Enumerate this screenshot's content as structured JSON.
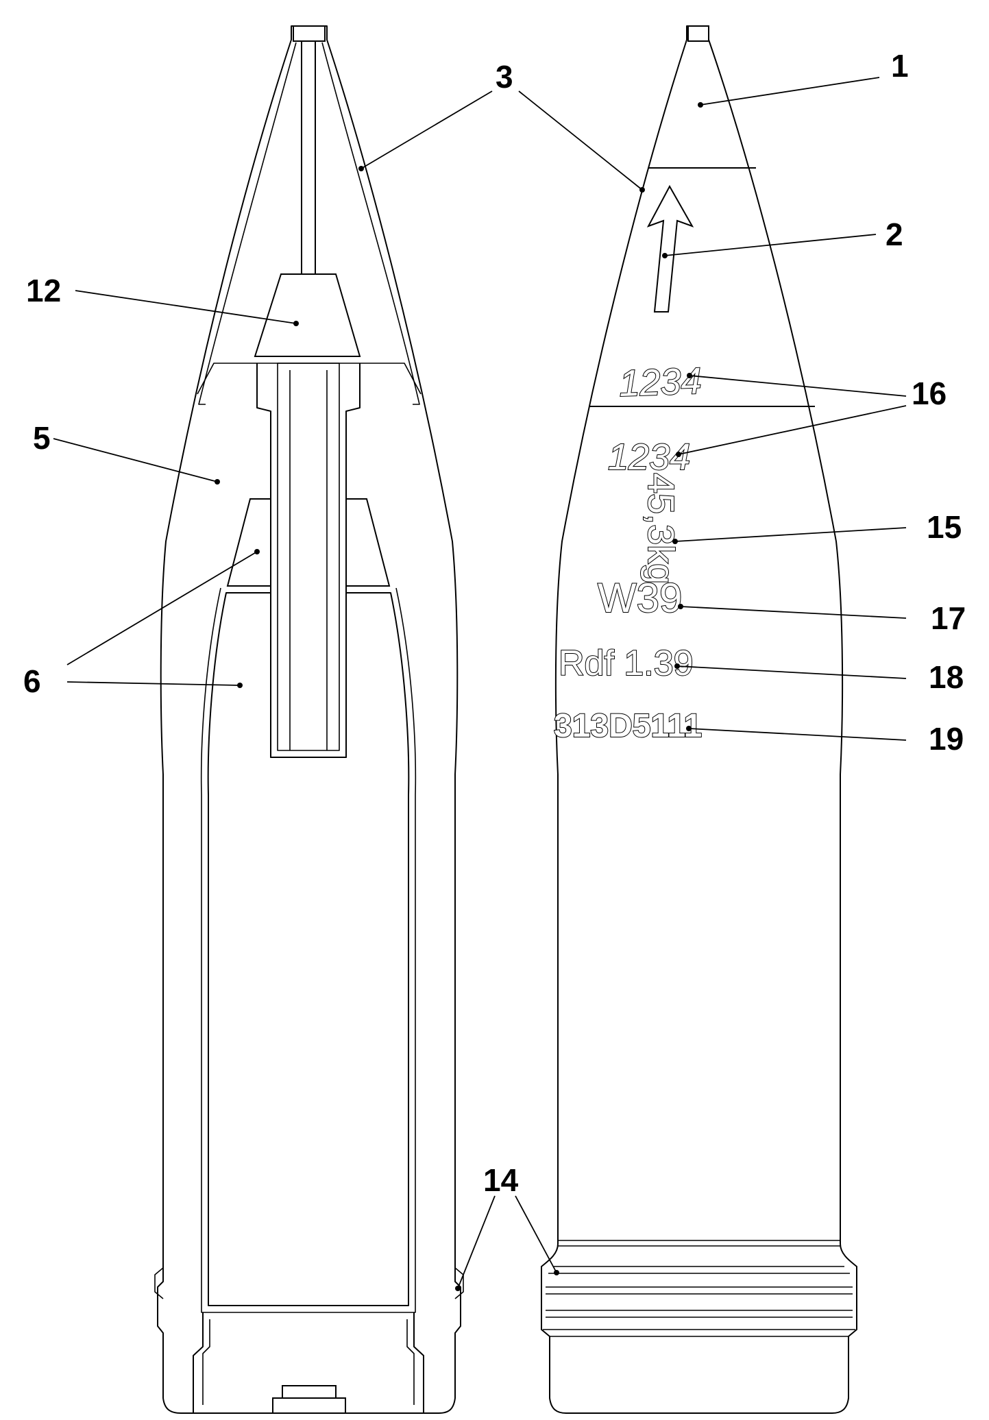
{
  "callouts": {
    "c1": "1",
    "c2": "2",
    "c3": "3",
    "c5": "5",
    "c6": "6",
    "c12": "12",
    "c14": "14",
    "c15": "15",
    "c16": "16",
    "c17": "17",
    "c18": "18",
    "c19": "19"
  },
  "markings": {
    "lot_upper": "1234",
    "lot_lower": "1234",
    "weight": "45,3kg",
    "code_w": "W39",
    "rdf": "Rdf 1.39",
    "part_number": "313D5111"
  },
  "colors": {
    "stroke": "#000000",
    "background": "#ffffff"
  }
}
